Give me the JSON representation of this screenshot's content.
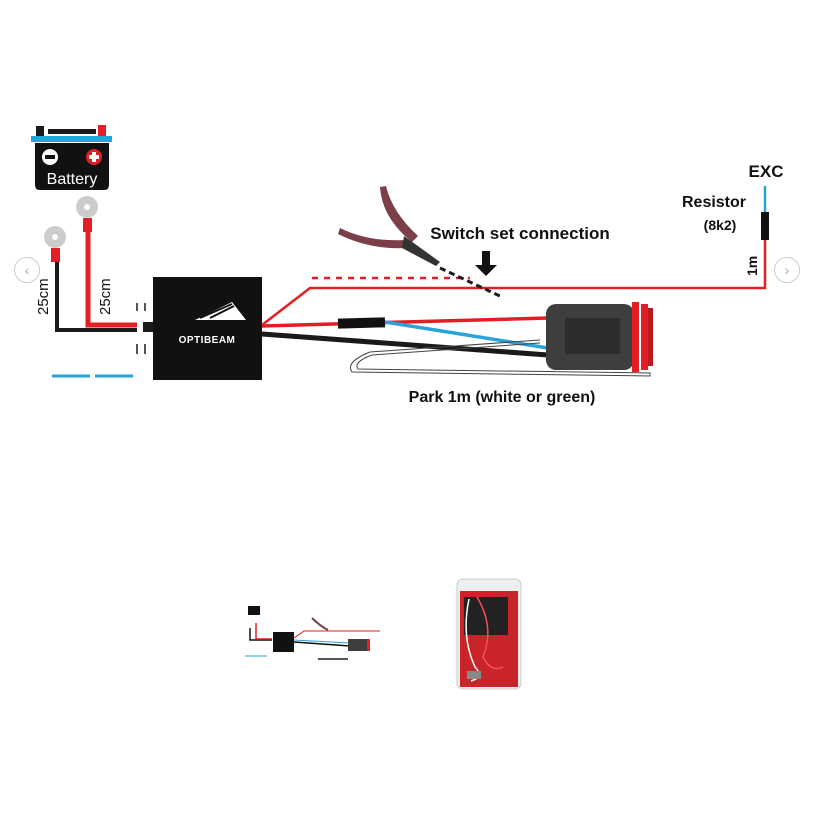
{
  "gallery": {
    "prev_icon": "chevron-left-icon",
    "next_icon": "chevron-right-icon",
    "prev_glyph": "‹",
    "next_glyph": "›"
  },
  "diagram": {
    "battery_label": "Battery",
    "length_black": "25cm",
    "length_red": "25cm",
    "brand": "OPTIBEAM",
    "switch_label": "Switch set connection",
    "exc_label": "EXC",
    "resistor_label": "Resistor",
    "resistor_value": "(8k2)",
    "length_1m": "1m",
    "park_label": "Park 1m (white or green)"
  },
  "thumbnails": [
    {
      "name": "wiring-diagram"
    },
    {
      "name": "packaged-kit"
    }
  ],
  "colors": {
    "red": "#e31e24",
    "blue": "#29a3db",
    "black": "#1a1a1a",
    "connector": "#3c3f3c"
  }
}
